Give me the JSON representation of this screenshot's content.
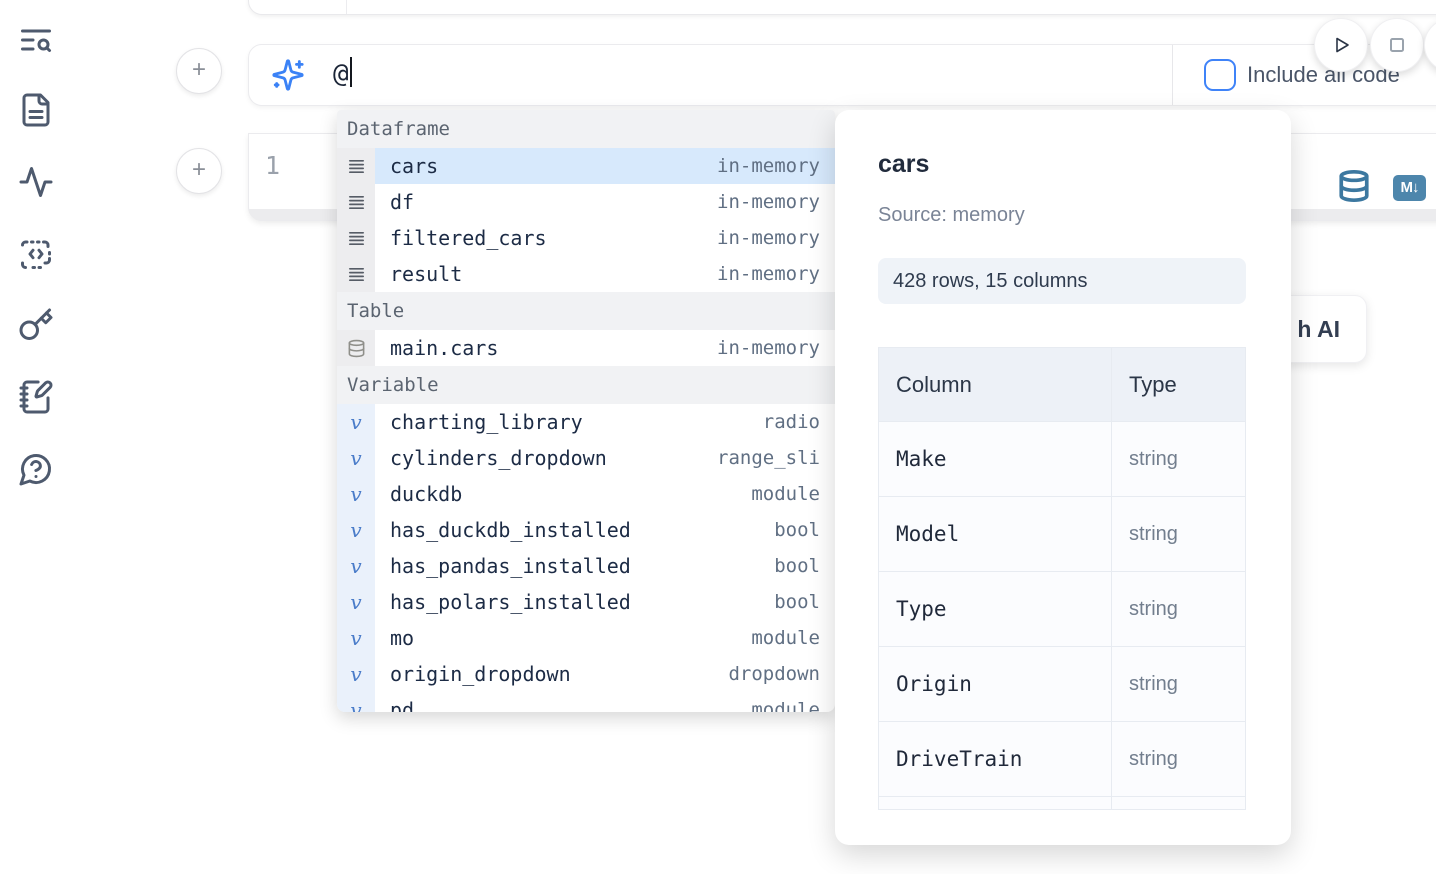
{
  "sidebar": {
    "icons": [
      {
        "name": "text-search-icon"
      },
      {
        "name": "file-text-icon"
      },
      {
        "name": "activity-icon"
      },
      {
        "name": "code-snippet-icon"
      },
      {
        "name": "key-icon"
      },
      {
        "name": "notebook-pen-icon"
      },
      {
        "name": "help-chat-icon"
      }
    ]
  },
  "prompt_bar": {
    "value": "@",
    "icon": "sparkles-icon",
    "checkbox_label": "Include all code",
    "checkbox_checked": false
  },
  "run_controls": {
    "buttons": [
      {
        "name": "run-button",
        "icon": "play-icon"
      },
      {
        "name": "stop-button",
        "icon": "square-icon"
      }
    ]
  },
  "code_cell": {
    "line_number": "1",
    "icons": [
      "database-icon",
      "markdown-export-icon"
    ],
    "markdown_badge": "M↓"
  },
  "ai_generate_button": {
    "visible_label": "h AI"
  },
  "autocomplete": {
    "sections": [
      {
        "label": "Dataframe",
        "icon": "dataframe-icon",
        "items": [
          {
            "name": "cars",
            "detail": "in-memory",
            "selected": true
          },
          {
            "name": "df",
            "detail": "in-memory"
          },
          {
            "name": "filtered_cars",
            "detail": "in-memory"
          },
          {
            "name": "result",
            "detail": "in-memory"
          }
        ]
      },
      {
        "label": "Table",
        "icon": "database-icon",
        "items": [
          {
            "name": "main.cars",
            "detail": "in-memory"
          }
        ]
      },
      {
        "label": "Variable",
        "icon": "variable-icon",
        "items": [
          {
            "name": "charting_library",
            "detail": "radio"
          },
          {
            "name": "cylinders_dropdown",
            "detail": "range_sli"
          },
          {
            "name": "duckdb",
            "detail": "module"
          },
          {
            "name": "has_duckdb_installed",
            "detail": "bool"
          },
          {
            "name": "has_pandas_installed",
            "detail": "bool"
          },
          {
            "name": "has_polars_installed",
            "detail": "bool"
          },
          {
            "name": "mo",
            "detail": "module"
          },
          {
            "name": "origin_dropdown",
            "detail": "dropdown"
          },
          {
            "name": "pd",
            "detail": "module",
            "partial": true
          }
        ]
      }
    ]
  },
  "preview": {
    "title": "cars",
    "source": "Source: memory",
    "shape_badge": "428 rows, 15 columns",
    "table": {
      "headers": [
        "Column",
        "Type"
      ],
      "rows": [
        [
          "Make",
          "string"
        ],
        [
          "Model",
          "string"
        ],
        [
          "Type",
          "string"
        ],
        [
          "Origin",
          "string"
        ],
        [
          "DriveTrain",
          "string"
        ]
      ]
    }
  },
  "colors": {
    "accent_blue": "#3b82f6",
    "steel_icon": "#3c78a0",
    "selection_highlight": "#d7e9fc",
    "variable_glyph": "#4a7cc9",
    "section_header_bg": "#f1f2f4"
  }
}
